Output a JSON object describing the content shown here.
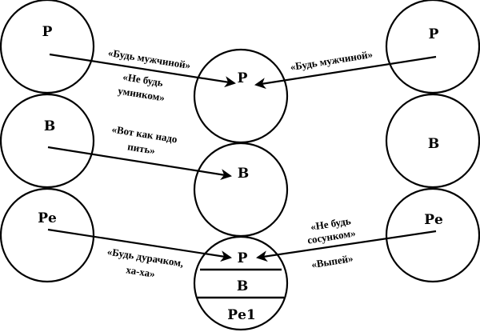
{
  "diagram": {
    "left_column": [
      {
        "label": "Р"
      },
      {
        "label": "В"
      },
      {
        "label": "Ре"
      }
    ],
    "center_column": [
      {
        "label": "Р"
      },
      {
        "label": "В"
      },
      {
        "combined": [
          "Р",
          "В",
          "Ре1"
        ]
      }
    ],
    "right_column": [
      {
        "label": "Р"
      },
      {
        "label": "В"
      },
      {
        "label": "Ре"
      }
    ],
    "messages": {
      "left_p_1": "«Будь мужчиной»",
      "left_p_2a": "«Не будь",
      "left_p_2b": "умником»",
      "left_b_a": "«Вот как надо",
      "left_b_b": "пить»",
      "left_re_a": "«Будь дурачком,",
      "left_re_b": "ха-ха»",
      "right_p": "«Будь мужчиной»",
      "right_re_1a": "«Не будь",
      "right_re_1b": "сосунком»",
      "right_re_2": "«Выпей»"
    },
    "colors": {
      "ink": "#000000",
      "background": "#ffffff"
    }
  }
}
